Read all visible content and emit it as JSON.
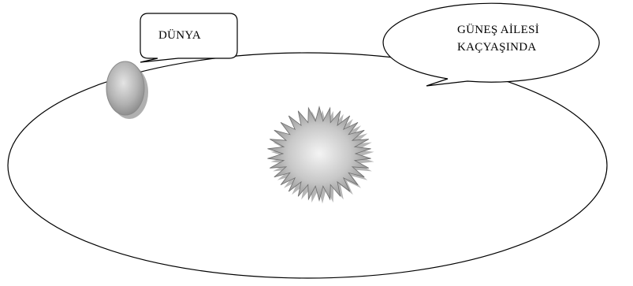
{
  "callouts": {
    "earth_label": "DÜNYA",
    "question_line1": "GÜNEŞ AİLESİ",
    "question_line2": "KAÇYAŞINDA"
  },
  "colors": {
    "stroke": "#000000",
    "background": "#ffffff",
    "planet_fill": "#b8b8b8",
    "sun_fill": "#bdbdbd"
  }
}
